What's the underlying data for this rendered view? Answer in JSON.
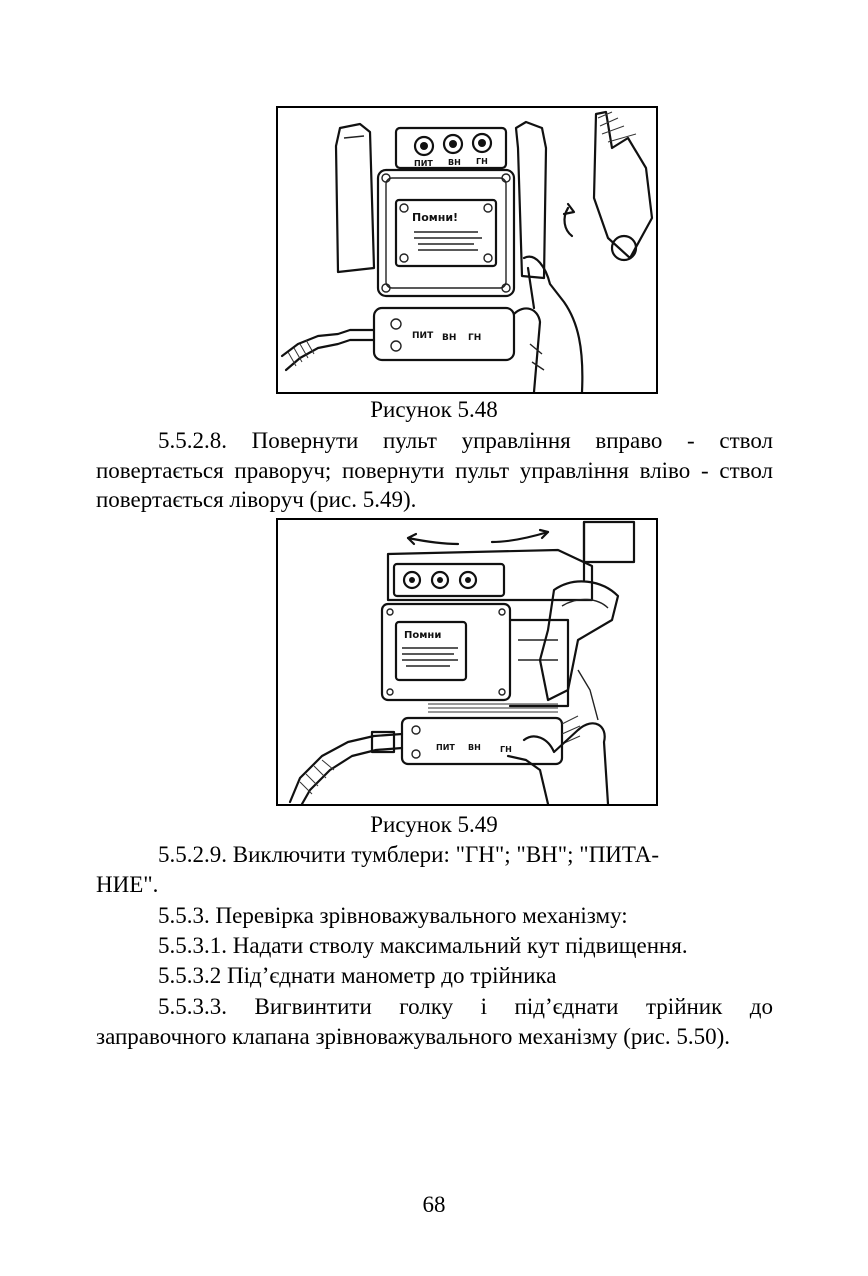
{
  "figure1": {
    "caption": "Рисунок 5.48",
    "plate_text": "Помни!",
    "top_labels": [
      "ПИТ",
      "ВН",
      "ГН"
    ],
    "remote_labels": [
      "ПИТ",
      "ВН",
      "ГН"
    ]
  },
  "para1": "5.5.2.8. Повернути пульт управління вправо - ствол повертається праворуч; повернути пульт управління вліво - ствол повертається ліворуч (рис. 5.49).",
  "figure2": {
    "caption": "Рисунок 5.49",
    "plate_text": "Помни",
    "remote_labels": [
      "ПИТ",
      "ВН",
      "ГН"
    ]
  },
  "para2": "5.5.2.9. Виключити тумблери: \"ГН\"; \"ВН\"; \"ПИТА-НИЕ\".",
  "para2_line1": "5.5.2.9. Виключити тумблери: \"ГН\"; \"ВН\"; \"ПИТА-",
  "para2_line2": "НИЕ\".",
  "line_553": "5.5.3. Перевірка зрівноважувального механізму:",
  "line_5531": "5.5.3.1. Надати стволу максимальний кут підвищення.",
  "line_5532": "5.5.3.2 Під’єднати манометр до трійника",
  "para3": "5.5.3.3. Вигвинтити голку і під’єднати трійник до заправочного клапана зрівноважувального механізму (рис. 5.50).",
  "page_number": "68"
}
